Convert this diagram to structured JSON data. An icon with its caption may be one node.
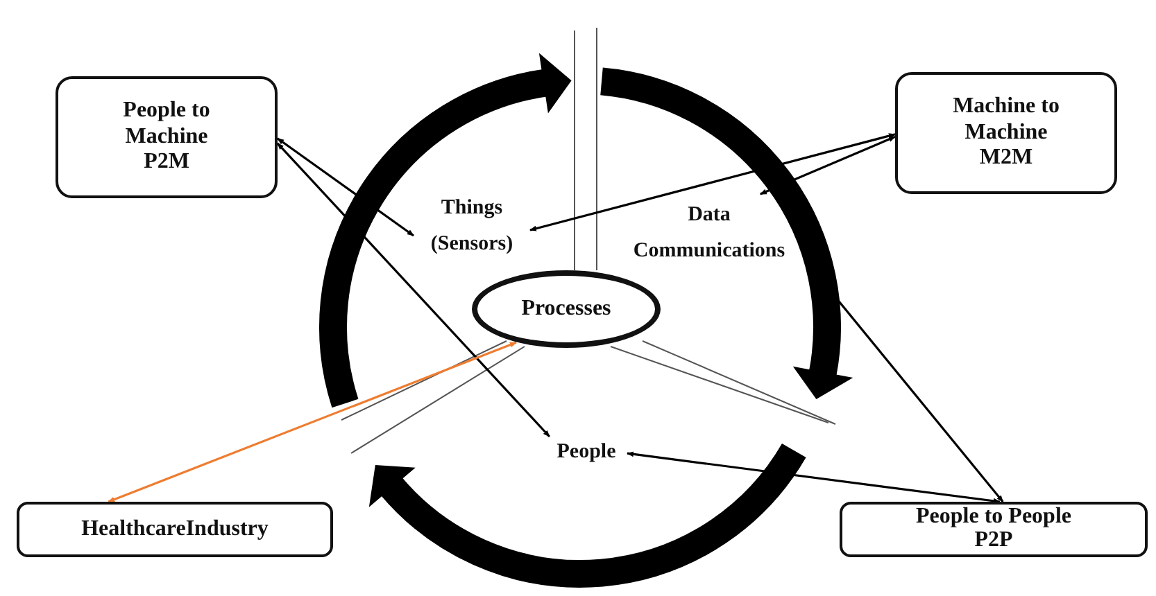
{
  "diagram": {
    "nodes": [
      {
        "text": [
          "People to Machine P2M"
        ]
      },
      {
        "text": [
          "Machine to Machine M2M"
        ]
      },
      {
        "text": [
          "Things (Sensors)"
        ]
      },
      {
        "text": [
          "Data Communications"
        ]
      },
      {
        "text": [
          "Processes"
        ]
      },
      {
        "text": [
          "People"
        ]
      },
      {
        "text": [
          "HealthcareIndustry"
        ]
      },
      {
        "text": [
          "People to People P2P"
        ]
      }
    ],
    "edges": [
      {
        "from": 0,
        "to": 2,
        "arrow": "both"
      },
      {
        "from": 0,
        "to": 5,
        "arrow": "both"
      },
      {
        "from": 1,
        "to": 2,
        "arrow": "both"
      },
      {
        "from": 1,
        "to": 3,
        "arrow": "both"
      },
      {
        "from": 7,
        "to": 3,
        "arrow": "both"
      },
      {
        "from": 7,
        "to": 5,
        "arrow": "both"
      },
      {
        "from": 4,
        "to": 6,
        "arrow": "both",
        "color": "#ee7d31"
      }
    ]
  }
}
